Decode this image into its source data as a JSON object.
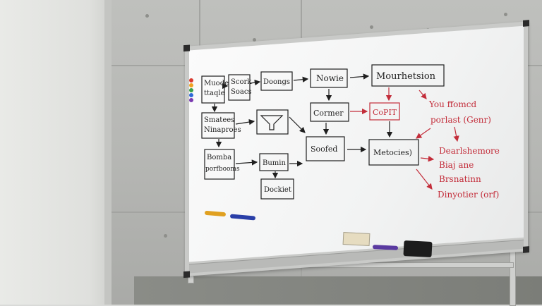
{
  "whiteboard": {
    "boxes": [
      {
        "lines": [
          "Muode",
          "ttaqle"
        ]
      },
      {
        "lines": [
          "Scork",
          "Soacs"
        ]
      },
      {
        "lines": [
          "Doongs"
        ]
      },
      {
        "lines": [
          "Nowie"
        ]
      },
      {
        "lines": [
          "Mourhetsion"
        ]
      },
      {
        "lines": [
          "Smatees",
          "Ninaproes"
        ]
      },
      {
        "lines": [
          "Cormer"
        ]
      },
      {
        "lines": [
          "CoPIT"
        ]
      },
      {
        "lines": [
          "Bomba",
          "porfbooms"
        ]
      },
      {
        "lines": [
          "Bumin"
        ]
      },
      {
        "lines": [
          "Soofed"
        ]
      },
      {
        "lines": [
          "Metocies)"
        ]
      },
      {
        "lines": [
          "Dockiet"
        ]
      }
    ],
    "red_notes": [
      "You ffomcd",
      "porlast (Genr)",
      "Dearlshemore",
      "Biaj ane",
      "Brsnatinn",
      "Dinyotier (orf)"
    ]
  },
  "colors": {
    "ink_black": "#1f1f1f",
    "ink_red": "#c32d3a",
    "board_white": "#f5f6f6",
    "frame": "#c9cac8",
    "concrete": "#b6b7b4"
  }
}
